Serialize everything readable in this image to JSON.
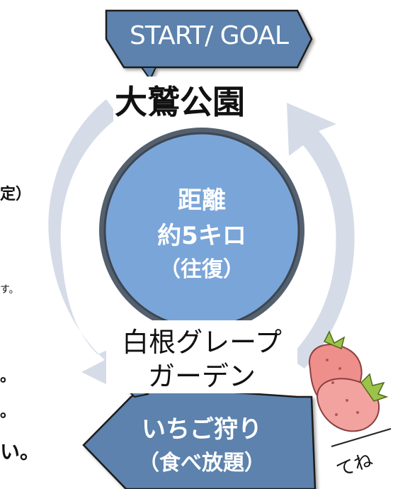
{
  "start_label": "START/ GOAL",
  "start_place": "大鷲公園",
  "center": {
    "line1": "距離",
    "line2": "約5キロ",
    "line3": "（往復）"
  },
  "mid_place": {
    "line1": "白根グレープ",
    "line2": "ガーデン"
  },
  "end_label": {
    "line1": "いちご狩り",
    "line2": "（食べ放題）"
  },
  "left_fragments": [
    "定）",
    "す。",
    "。",
    "。",
    "い。"
  ],
  "note_fragment": "てね",
  "colors": {
    "banner_fill": "#5b82ad",
    "banner_stroke": "#1a1a1a",
    "arrow_fill": "#d5dce8",
    "circle_fill": "#7aa5d8",
    "circle_ring": "#54606e",
    "center_text": "#ffffff",
    "banner_text": "#ffffff",
    "strawberry_red": "#ee8f8c",
    "strawberry_dark": "#d26b6a",
    "leaf_green": "#9cc24a"
  },
  "icons": [
    "loop-arrow-icon",
    "strawberry-icon"
  ]
}
